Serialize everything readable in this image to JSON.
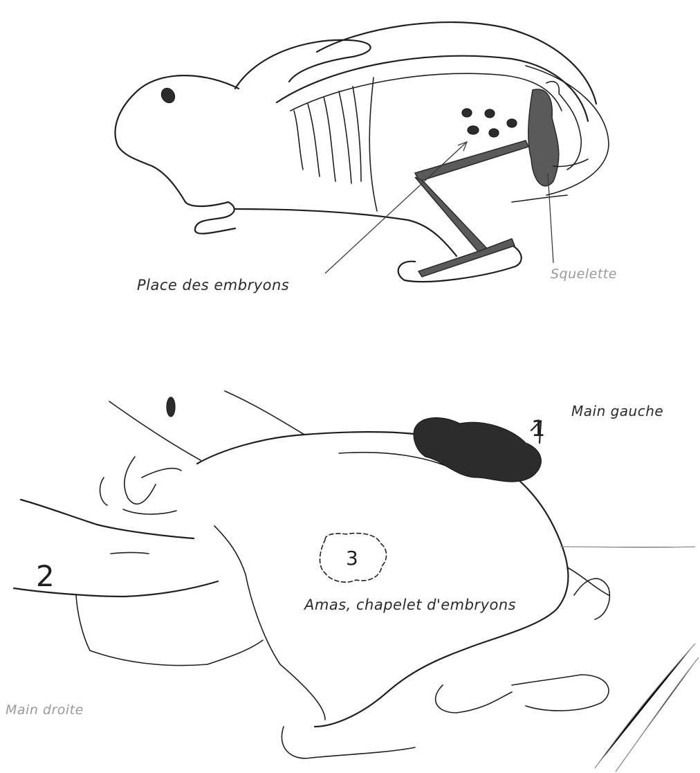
{
  "figure_top": {
    "label_embryos_place": "Place des embryons",
    "label_skeleton": "Squelette"
  },
  "figure_bottom": {
    "label_left_hand": "Main gauche",
    "label_right_hand": "Main droite",
    "label_embryo_cluster": "Amas, chapelet d'embryons",
    "marker_1": "1",
    "marker_2": "2",
    "marker_3": "3"
  }
}
